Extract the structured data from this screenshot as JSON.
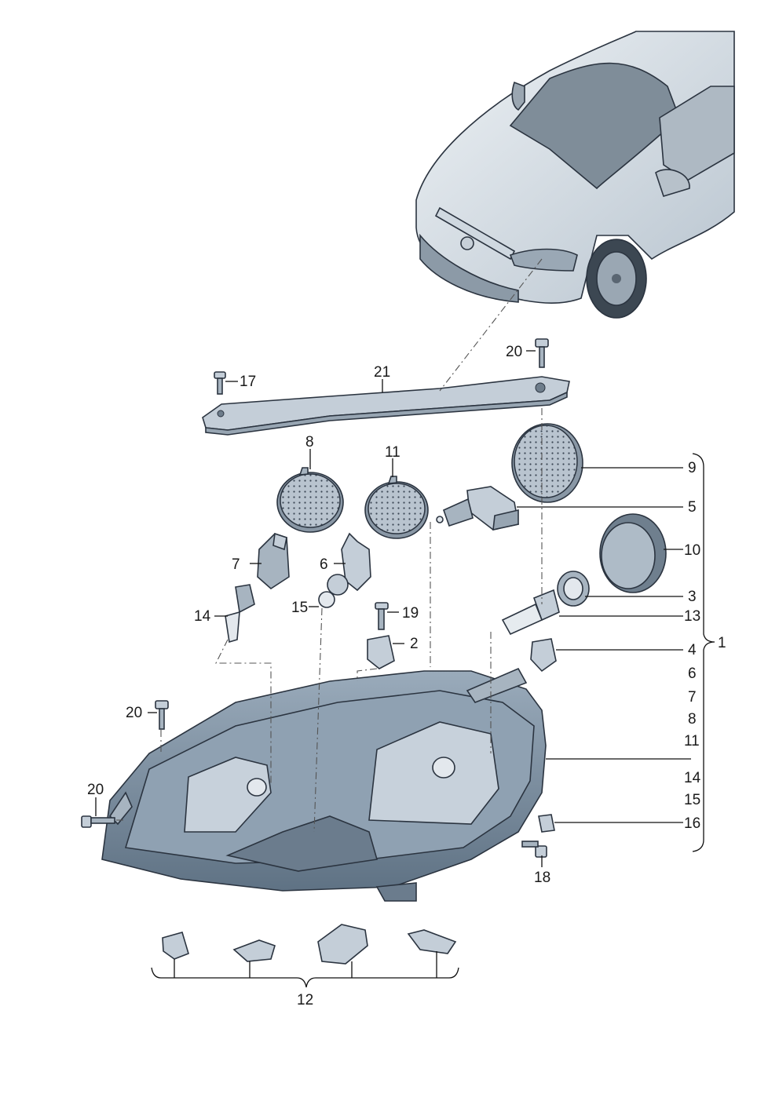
{
  "labels": {
    "l21": "21",
    "l17": "17",
    "l20a": "20",
    "l20b": "20",
    "l20c": "20",
    "l8": "8",
    "l11": "11",
    "l7": "7",
    "l6": "6",
    "l14": "14",
    "l15": "15",
    "l19": "19",
    "l2": "2",
    "l9": "9",
    "l5": "5",
    "l10": "10",
    "l3": "3",
    "l13": "13",
    "l4": "4",
    "l1": "1",
    "g6": "6",
    "g7": "7",
    "g8": "8",
    "g11": "11",
    "g14": "14",
    "g15": "15",
    "l16": "16",
    "l18": "18",
    "l12": "12"
  },
  "colors": {
    "part_fill": "#c9d3dd",
    "part_dark": "#7d8c9b",
    "lens": "#a9b8c6",
    "car_body": "#dde4ea"
  }
}
